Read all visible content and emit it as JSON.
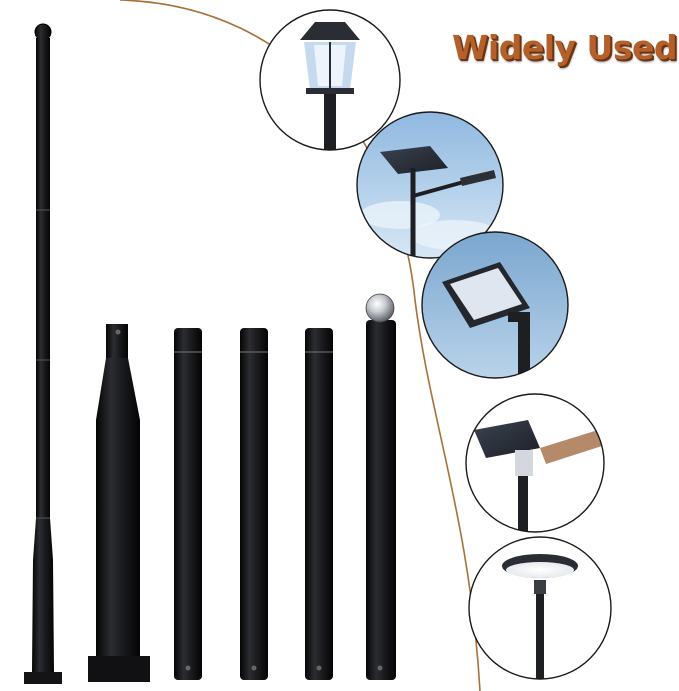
{
  "headline": {
    "text": "Widely Used"
  },
  "colors": {
    "headline": "#b4602a",
    "pole": "#17181a",
    "curve": "#a8703a",
    "sky": "#9ec4e6"
  },
  "poles": [
    {
      "name": "tall-pole-with-ball-finial"
    },
    {
      "name": "tapered-base-pole-with-flange"
    },
    {
      "name": "straight-pole-section-1"
    },
    {
      "name": "straight-pole-section-2"
    },
    {
      "name": "straight-pole-section-3"
    },
    {
      "name": "pole-section-with-steel-ball"
    }
  ],
  "applications": [
    {
      "name": "lantern-post-lamp"
    },
    {
      "name": "solar-street-light"
    },
    {
      "name": "led-flood-light"
    },
    {
      "name": "solar-panel-street-light"
    },
    {
      "name": "ufo-garden-light"
    }
  ]
}
